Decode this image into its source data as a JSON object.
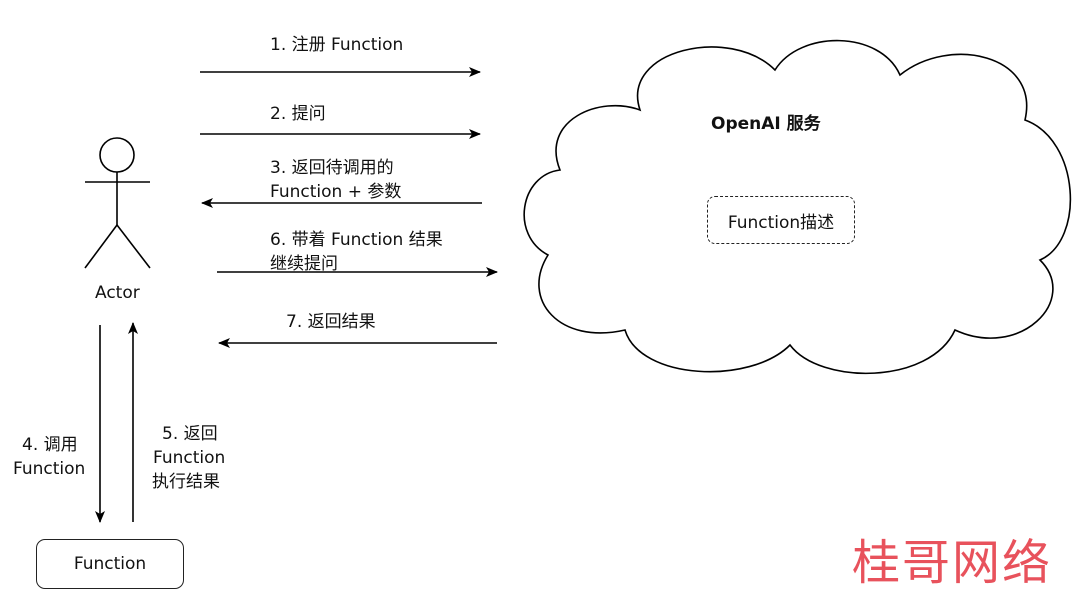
{
  "actor": {
    "label": "Actor"
  },
  "cloud": {
    "title": "OpenAI 服务",
    "inner_box": "Function描述"
  },
  "function_box": {
    "label": "Function"
  },
  "steps": {
    "s1": "1. 注册 Function",
    "s2": "2. 提问",
    "s3_line1": "3. 返回待调用的",
    "s3_line2": "Function + 参数",
    "s6_line1": "6. 带着 Function 结果",
    "s6_line2": "继续提问",
    "s7": "7. 返回结果",
    "s4_line1": "4. 调用",
    "s4_line2": "Function",
    "s5_line1": "5. 返回",
    "s5_line2": "Function",
    "s5_line3": "执行结果"
  },
  "watermark": "桂哥网络"
}
